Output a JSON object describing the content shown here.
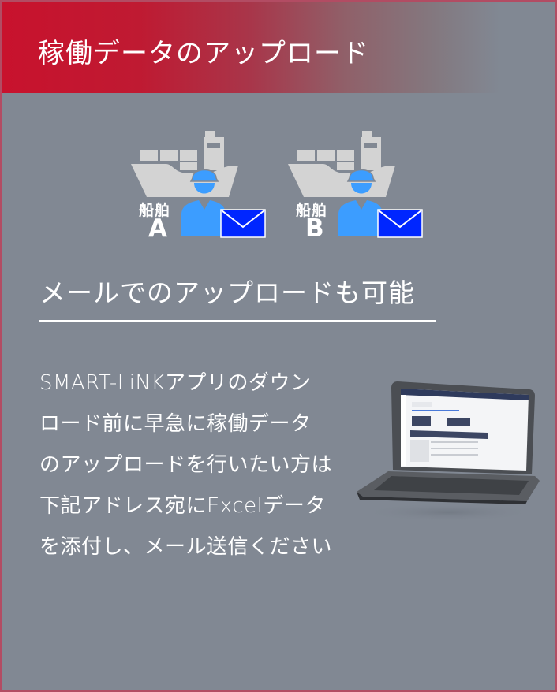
{
  "header": {
    "title": "稼働データのアップロード",
    "gradient_start": "#c8122d",
    "gradient_end": "#818893"
  },
  "ships": [
    {
      "label": "船舶",
      "letter": "A"
    },
    {
      "label": "船舶",
      "letter": "B"
    }
  ],
  "icons": {
    "ship": "cargo-ship-icon",
    "worker": "hardhat-worker-icon",
    "mail": "envelope-icon",
    "laptop": "laptop-app-screenshot"
  },
  "colors": {
    "background": "#818893",
    "border": "#b24c63",
    "ship": "#d3d3d3",
    "worker": "#3c9dff",
    "mail": "#0026ff"
  },
  "section": {
    "subheading": "メールでのアップロードも可能",
    "body_lines": [
      "SMART-LiNKアプリのダウン",
      "ロード前に早急に稼働データ",
      "のアップロードを行いたい方は",
      "下記アドレス宛にExcelデータ",
      "を添付し、メール送信ください"
    ]
  }
}
